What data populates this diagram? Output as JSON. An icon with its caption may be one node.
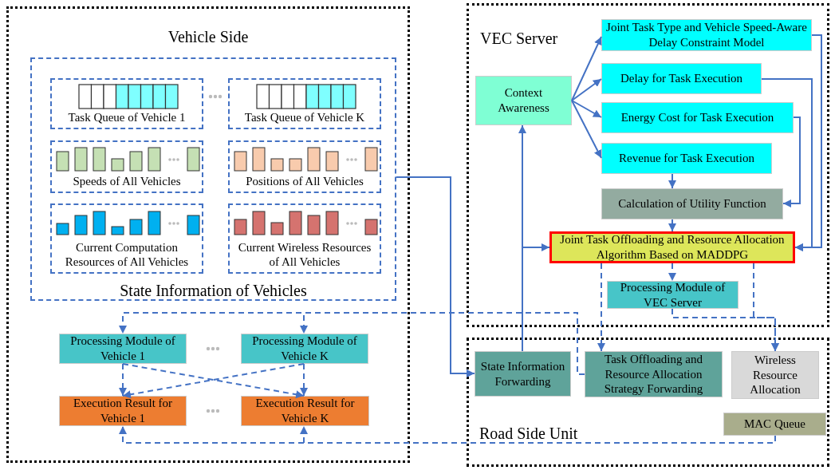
{
  "diagram": {
    "nodes": [
      {
        "text": [
          "Vehicle Side"
        ]
      },
      {
        "text": [
          "State Information of Vehicles"
        ],
        "in": 0
      },
      {
        "text": [
          "Task Queue of Vehicle 1"
        ],
        "in": 1
      },
      {
        "text": [
          "Task Queue of Vehicle K"
        ],
        "in": 1
      },
      {
        "text": [
          "Speeds of All Vehicles"
        ],
        "in": 1
      },
      {
        "text": [
          "Positions of All Vehicles"
        ],
        "in": 1
      },
      {
        "text": [
          "Current Computation Resources of All Vehicles"
        ],
        "in": 1
      },
      {
        "text": [
          "Current Wireless Resources of All Vehicles"
        ],
        "in": 1
      },
      {
        "text": [
          "Processing Module of Vehicle 1"
        ],
        "in": 0
      },
      {
        "text": [
          "Processing Module of Vehicle K"
        ],
        "in": 0
      },
      {
        "text": [
          "Execution Result for Vehicle 1"
        ],
        "in": 0
      },
      {
        "text": [
          "Execution Result for Vehicle K"
        ],
        "in": 0
      },
      {
        "text": [
          "VEC Server"
        ]
      },
      {
        "text": [
          "Context Awareness"
        ],
        "in": 12
      },
      {
        "text": [
          "Joint Task Type and Vehicle Speed-Aware Delay Constraint Model"
        ],
        "in": 12
      },
      {
        "text": [
          "Delay for Task Execution"
        ],
        "in": 12
      },
      {
        "text": [
          "Energy Cost for Task Execution"
        ],
        "in": 12
      },
      {
        "text": [
          "Revenue for Task Execution"
        ],
        "in": 12
      },
      {
        "text": [
          "Calculation of Utility Function"
        ],
        "in": 12
      },
      {
        "text": [
          "Joint Task Offloading and Resource Allocation Algorithm Based on MADDPG"
        ],
        "in": 12
      },
      {
        "text": [
          "Processing Module of VEC Server"
        ],
        "in": 12
      },
      {
        "text": [
          "Road Side Unit"
        ]
      },
      {
        "text": [
          "State Information Forwarding"
        ],
        "in": 21
      },
      {
        "text": [
          "Task Offloading and Resource Allocation Strategy Forwarding"
        ],
        "in": 21
      },
      {
        "text": [
          "Wireless Resource Allocation"
        ],
        "in": 21
      },
      {
        "text": [
          "MAC Queue"
        ],
        "in": 21
      }
    ],
    "edges": [
      {
        "from": 1,
        "to": 22,
        "arrow": "to"
      },
      {
        "from": 22,
        "to": 13,
        "arrow": "to"
      },
      {
        "from": 22,
        "to": 19,
        "arrow": "to"
      },
      {
        "from": 13,
        "to": 14,
        "arrow": "to"
      },
      {
        "from": 13,
        "to": 15,
        "arrow": "to"
      },
      {
        "from": 13,
        "to": 16,
        "arrow": "to"
      },
      {
        "from": 13,
        "to": 17,
        "arrow": "to"
      },
      {
        "from": 17,
        "to": 18,
        "arrow": "to"
      },
      {
        "from": 16,
        "to": 18,
        "arrow": "to"
      },
      {
        "from": 15,
        "to": 19,
        "arrow": "to"
      },
      {
        "from": 14,
        "to": 19,
        "arrow": "to"
      },
      {
        "from": 18,
        "to": 19,
        "arrow": "to"
      },
      {
        "from": 19,
        "to": 20,
        "arrow": "to",
        "style": "dashed"
      },
      {
        "from": 19,
        "to": 23,
        "arrow": "to",
        "style": "dashed"
      },
      {
        "from": 19,
        "to": 24,
        "arrow": "to",
        "style": "dashed"
      },
      {
        "from": 20,
        "to": 24,
        "arrow": "to",
        "style": "dashed"
      },
      {
        "from": 23,
        "to": 8,
        "arrow": "to",
        "style": "dashed"
      },
      {
        "from": 23,
        "to": 9,
        "arrow": "to",
        "style": "dashed"
      },
      {
        "from": 8,
        "to": 10,
        "arrow": "to",
        "style": "dashed"
      },
      {
        "from": 8,
        "to": 11,
        "arrow": "to",
        "style": "dashed"
      },
      {
        "from": 9,
        "to": 10,
        "arrow": "to",
        "style": "dashed"
      },
      {
        "from": 9,
        "to": 11,
        "arrow": "to",
        "style": "dashed"
      },
      {
        "from": 25,
        "to": 10,
        "arrow": "to",
        "style": "dashed"
      },
      {
        "from": 25,
        "to": 11,
        "arrow": "to",
        "style": "dashed"
      }
    ]
  }
}
